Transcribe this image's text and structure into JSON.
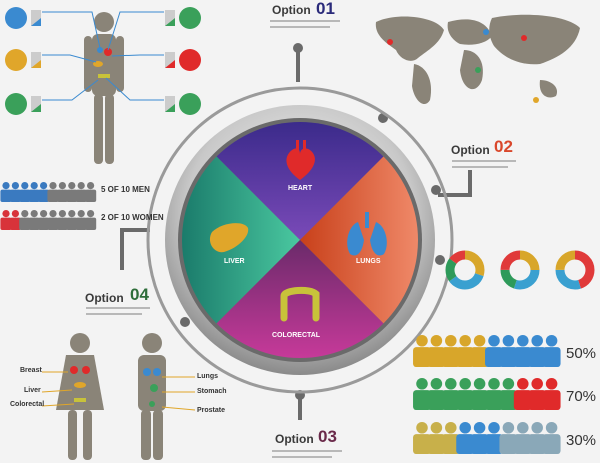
{
  "options": [
    {
      "label": "Option",
      "number": "01",
      "color": "#2a2a7a"
    },
    {
      "label": "Option",
      "number": "02",
      "color": "#d9472b"
    },
    {
      "label": "Option",
      "number": "03",
      "color": "#6a2a4a"
    },
    {
      "label": "Option",
      "number": "04",
      "color": "#2e6e3a"
    }
  ],
  "circle": {
    "segments": {
      "heart": "HEART",
      "liver": "LIVER",
      "lungs": "LUNGS",
      "colorectal": "COLORECTAL"
    },
    "colors": {
      "top": "#5a3aa0",
      "left": "#2e9a7a",
      "right": "#d8542e",
      "bottom": "#8a2a70"
    }
  },
  "stats": {
    "men": "5 OF 10 MEN",
    "women": "2 OF 10 WOMEN"
  },
  "woman_labels": [
    "Breast",
    "Liver",
    "Colorectal"
  ],
  "man_labels": [
    "Lungs",
    "Stomach",
    "Prostate"
  ],
  "donuts": [
    {
      "values": [
        0.3,
        0.35,
        0.2,
        0.15
      ],
      "colors": [
        "#d8a62a",
        "#3aa0d0",
        "#2e9a5a",
        "#e03a3a"
      ]
    },
    {
      "values": [
        0.25,
        0.3,
        0.2,
        0.25
      ],
      "colors": [
        "#d8a62a",
        "#3aa0d0",
        "#2e9a5a",
        "#e03a3a"
      ]
    },
    {
      "values": [
        0.45,
        0.3,
        0.25
      ],
      "colors": [
        "#e03a3a",
        "#3aa0d0",
        "#d8a62a"
      ]
    }
  ],
  "percent_rows": [
    {
      "value": "50%",
      "level": 0.5
    },
    {
      "value": "70%",
      "level": 0.7
    },
    {
      "value": "30%",
      "level": 0.3
    }
  ],
  "palette": {
    "blue": "#3a7ac0",
    "red": "#d8333a",
    "gray": "#7a7a7a",
    "skin": "#8a8478"
  }
}
